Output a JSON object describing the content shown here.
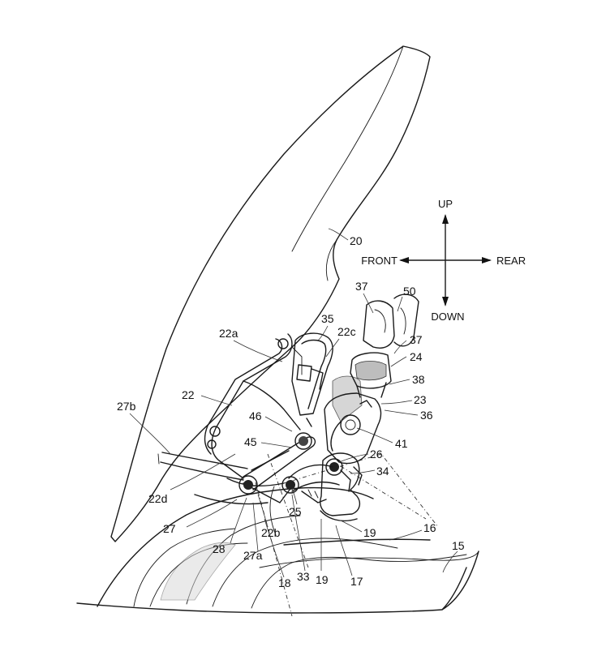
{
  "directions": {
    "up": "UP",
    "down": "DOWN",
    "front": "FRONT",
    "rear": "REAR"
  },
  "labels": {
    "l20": "20",
    "l37_top": "37",
    "l50": "50",
    "l35": "35",
    "l22a": "22a",
    "l22c": "22c",
    "l37_right": "37",
    "l24": "24",
    "l38": "38",
    "l23": "23",
    "l36": "36",
    "l27b": "27b",
    "l22": "22",
    "l46": "46",
    "l45": "45",
    "l41": "41",
    "l26": "26",
    "l34": "34",
    "l22d": "22d",
    "l25": "25",
    "l16": "16",
    "l15": "15",
    "l27": "27",
    "l19_right": "19",
    "l22b": "22b",
    "l28": "28",
    "l27a": "27a",
    "l33": "33",
    "l19_bottom": "19",
    "l17": "17",
    "l18": "18"
  }
}
